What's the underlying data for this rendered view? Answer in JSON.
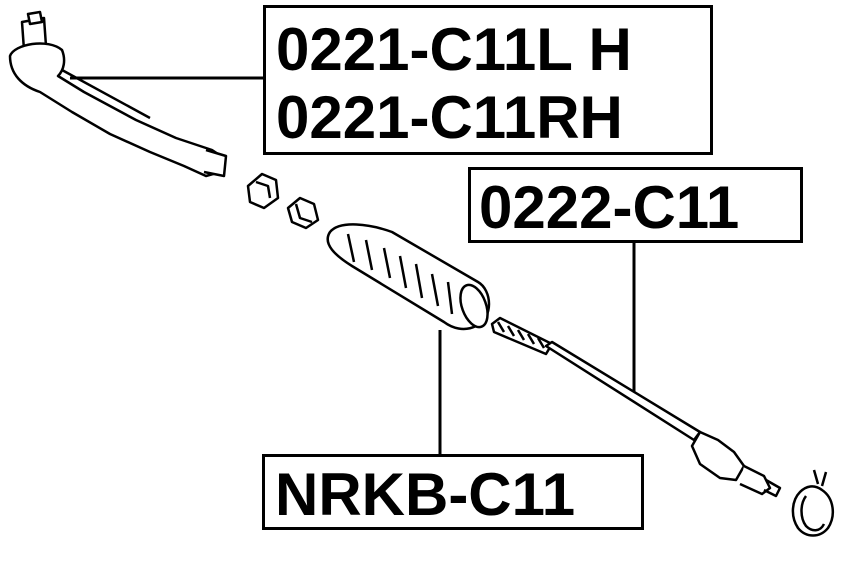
{
  "labels": {
    "tie_rod_end_lh": "0221-C11L H",
    "tie_rod_end_rh": "0221-C11RH",
    "tie_rod": "0222-C11",
    "steering_boot": "NRKB-C11"
  },
  "colors": {
    "line": "#000000",
    "background": "#ffffff"
  }
}
